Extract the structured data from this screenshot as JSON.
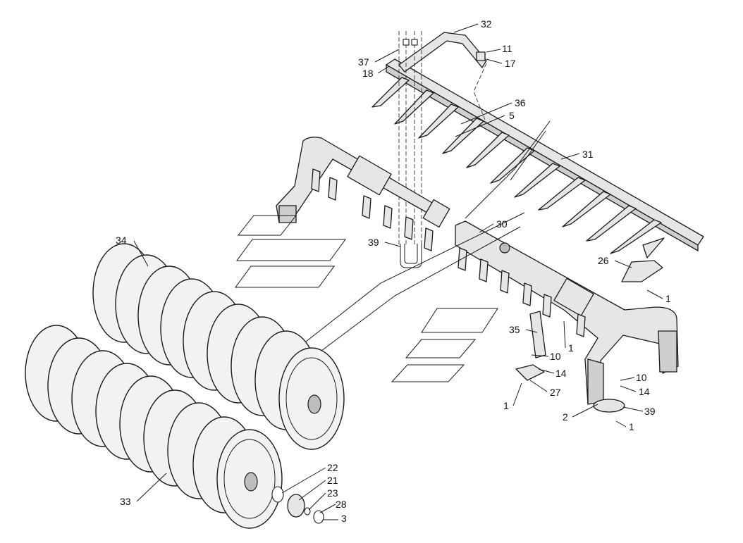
{
  "labels": {
    "l1a": "1",
    "l1b": "1",
    "l1c": "1",
    "l1d": "1",
    "l2": "2",
    "l3": "3",
    "l5": "5",
    "l10a": "10",
    "l10b": "10",
    "l11": "11",
    "l14a": "14",
    "l14b": "14",
    "l17": "17",
    "l18": "18",
    "l21": "21",
    "l22": "22",
    "l23": "23",
    "l26": "26",
    "l27": "27",
    "l28": "28",
    "l30": "30",
    "l31": "31",
    "l32": "32",
    "l33": "33",
    "l34": "34",
    "l35": "35",
    "l36": "36",
    "l37": "37",
    "l39a": "39",
    "l39b": "39"
  }
}
